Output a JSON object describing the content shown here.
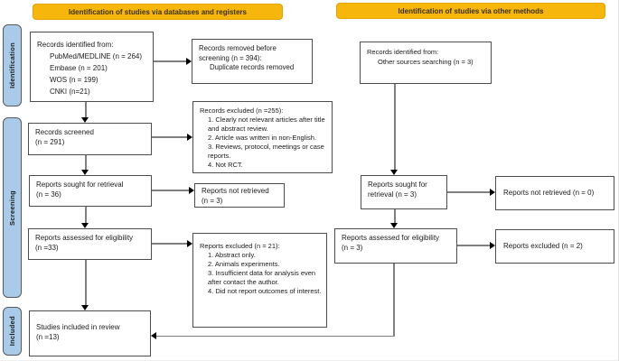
{
  "headers": {
    "databases": "Identification of studies via databases and registers",
    "other": "Identification of studies via other methods"
  },
  "sidebar": {
    "identification": "Identification",
    "screening": "Screening",
    "included": "Included"
  },
  "boxes": {
    "records_identified": {
      "title": "Records identified from:",
      "items": [
        "PubMed/MEDLINE (n = 264)",
        "Embase (n = 201)",
        "WOS (n = 199)",
        "CNKI (n=21)"
      ]
    },
    "records_removed": {
      "text": "Records removed before screening (n = 394):",
      "item": "Duplicate records removed"
    },
    "records_screened": {
      "line1": "Records screened",
      "line2": "(n = 291)"
    },
    "records_excluded": {
      "title": "Records excluded (n =255):",
      "items": [
        "1. Clearly not relevant articles after title and abstract review.",
        "2. Article was written in non-English.",
        "3. Reviews, protocol, meetings or case reports.",
        "4. Not RCT."
      ]
    },
    "reports_sought_db": {
      "line1": "Reports sought for retrieval",
      "line2": "(n = 36)"
    },
    "reports_not_retrieved_db": {
      "line1": "Reports not retrieved",
      "line2": "(n = 3)"
    },
    "reports_assessed_db": {
      "line1": "Reports assessed for eligibility",
      "line2": "(n =33)"
    },
    "reports_excluded_db": {
      "title": "Reports excluded (n = 21):",
      "items": [
        "1. Abstract only.",
        "2. Animals experiments.",
        "3. Insufficient data for analysis even after contact the author.",
        "4. Did not report outcomes of interest."
      ]
    },
    "studies_included": {
      "line1": "Studies included in review",
      "line2": "(n =13)"
    },
    "records_identified_other": {
      "title": "Records identified from:",
      "item": "Other sources searching (n = 3)"
    },
    "reports_sought_other": {
      "line1": "Reports sought for",
      "line2": "retrieval (n = 3)"
    },
    "reports_not_retrieved_other": {
      "text": "Reports not retrieved (n = 0)"
    },
    "reports_assessed_other": {
      "line1": "Reports assessed for eligibility",
      "line2": "(n = 3)"
    },
    "reports_excluded_other": {
      "text": "Reports excluded (n = 2)"
    }
  },
  "colors": {
    "header_bg": "#F6B60B",
    "header_text": "#3A3000",
    "stage_bg": "#A9CBE9",
    "box_border": "#4D4D4D",
    "line": "#7F7F7F",
    "arrowhead": "#000000"
  }
}
